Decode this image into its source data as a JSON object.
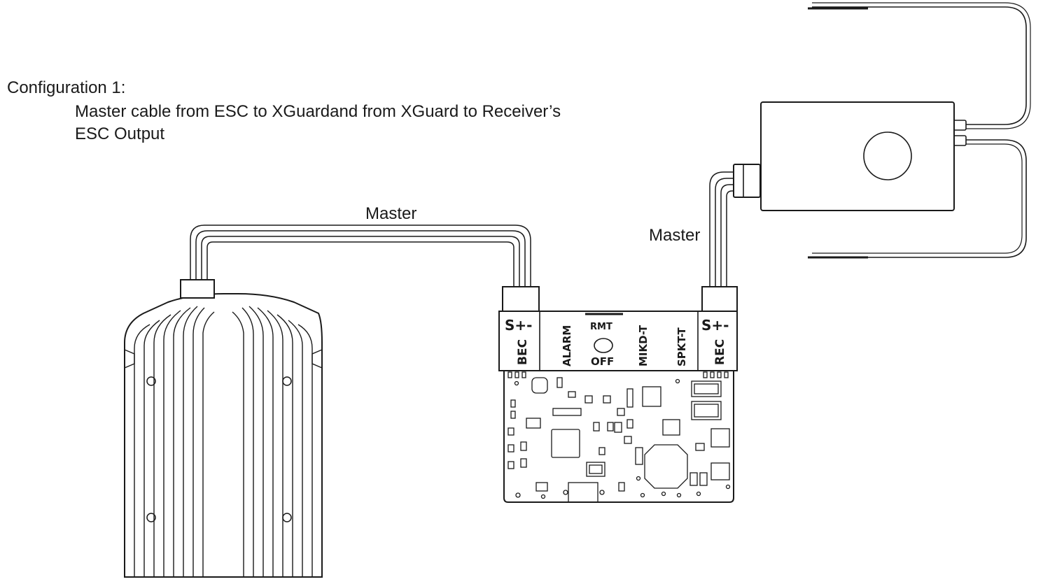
{
  "caption": {
    "title": "Configuration 1:",
    "line1": "Master cable from ESC to XGuardand from XGuard to Receiver’s",
    "line2": "ESC Output"
  },
  "cables": {
    "left_label": "Master",
    "right_label": "Master"
  },
  "board": {
    "left_pins": "S+-",
    "right_pins": "S+-",
    "bec": "BEC",
    "alarm": "ALARM",
    "rmt": "RMT",
    "off": "OFF",
    "mkd": "MIKD-T",
    "spkt": "SPKT-T",
    "rec": "REC"
  },
  "colors": {
    "line": "#1a1a1a",
    "background": "#ffffff"
  }
}
